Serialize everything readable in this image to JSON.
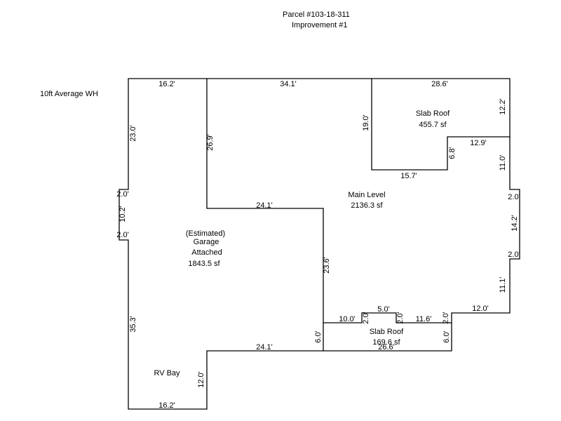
{
  "header": {
    "parcel": "Parcel #103-18-311",
    "improvement": "Improvement #1"
  },
  "note": "10ft Average WH",
  "areas": {
    "main": {
      "name": "Main Level",
      "area": "2136.3 sf"
    },
    "garage": {
      "line1": "(Estimated)",
      "line2": "Garage",
      "line3": "Attached",
      "area": "1843.5 sf"
    },
    "slab_roof_top": {
      "name": "Slab Roof",
      "area": "455.7 sf"
    },
    "slab_roof_bottom": {
      "name": "Slab Roof",
      "area": "169.6 sf"
    },
    "rv_bay": {
      "name": "RV Bay"
    }
  },
  "dimensions": {
    "top_left": "16.2'",
    "top_mid": "34.1'",
    "top_right": "28.6'",
    "left_upper": "23.0'",
    "notch_top": "2.0'",
    "notch_side": "10.2'",
    "notch_bottom": "2.0'",
    "left_lower": "35.3'",
    "bottom_left": "16.2'",
    "rv_right": "12.0'",
    "garage_bottom": "24.1'",
    "garage_right_lower": "6.0'",
    "garage_wall_upper": "26.9'",
    "garage_wall_top": "24.1'",
    "garage_wall_mid": "23.6'",
    "slab_left": "19.0'",
    "slab_bottom": "15.7'",
    "slab_step": "6.8'",
    "slab_step_top": "12.9'",
    "right_top": "12.2'",
    "right_mid": "11.0'",
    "right_notch_top": "2.0'",
    "right_notch_side": "14.2'",
    "right_notch_bottom": "2.0'",
    "right_lower": "11.1'",
    "bottom_right": "12.0'",
    "step_right": "2.0'",
    "seg_116": "11.6'",
    "bump_right": "2.0'",
    "bump_top": "5.0'",
    "bump_left": "2.0'",
    "seg_100": "10.0'",
    "slab2_right": "6.0'",
    "slab2_bottom": "26.6'"
  }
}
